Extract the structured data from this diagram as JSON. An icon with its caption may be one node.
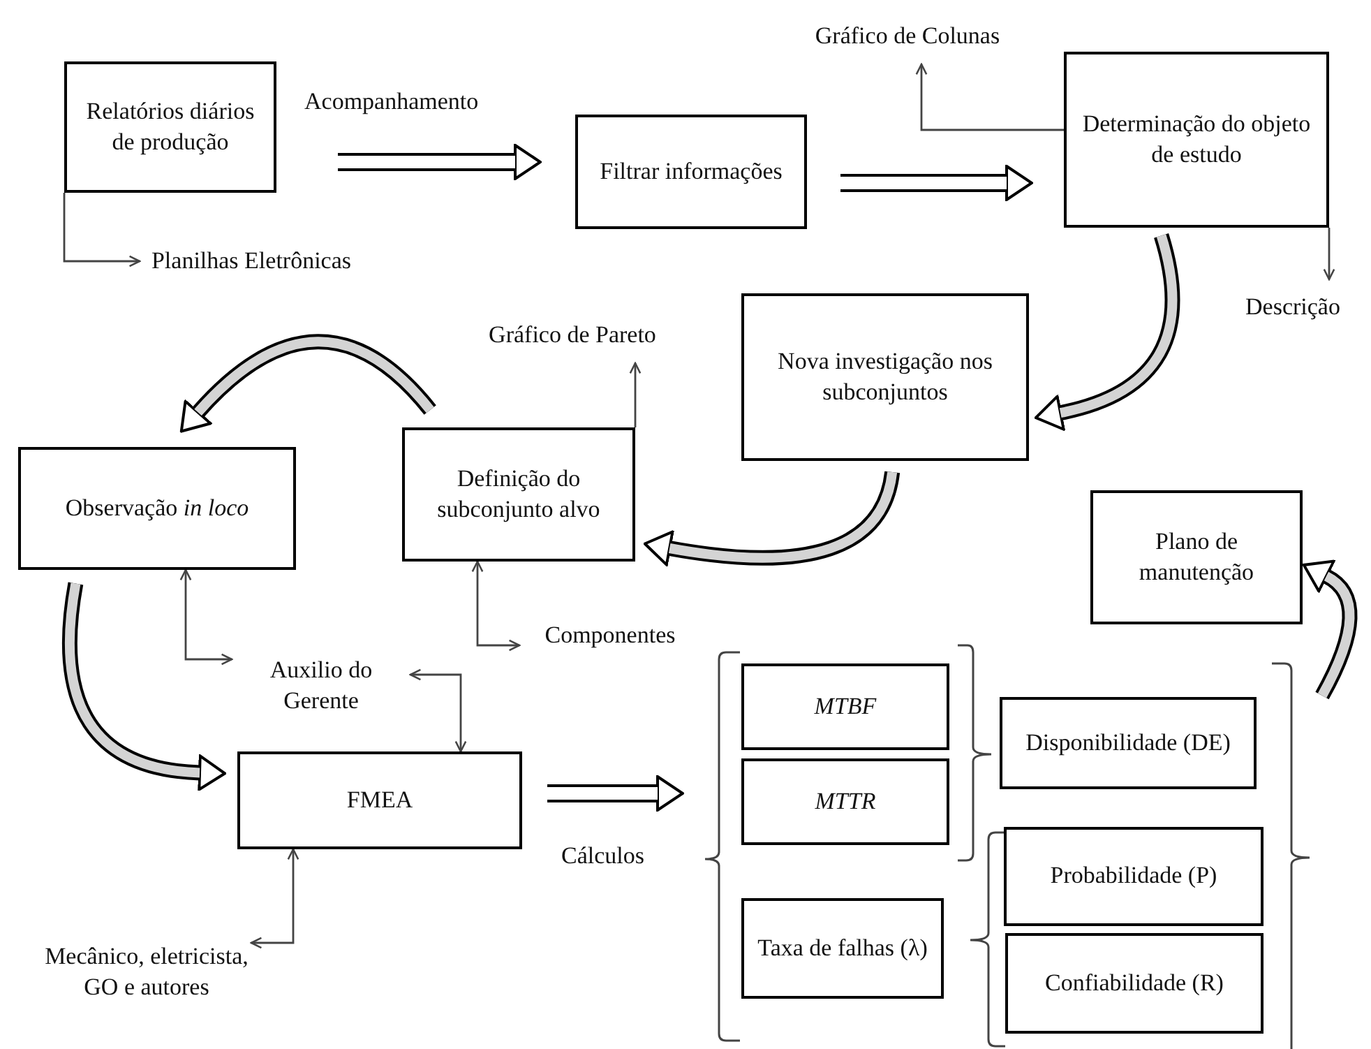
{
  "diagram": {
    "nodes": [
      {
        "text": [
          "Relatórios diários de produção"
        ]
      },
      {
        "text": [
          "Filtrar informações"
        ]
      },
      {
        "text": [
          "Determinação do objeto de estudo"
        ]
      },
      {
        "text": [
          "Nova investigação nos subconjuntos"
        ]
      },
      {
        "text": [
          "Definição do subconjunto alvo"
        ]
      },
      {
        "text": [
          "Observação *in loco*"
        ]
      },
      {
        "text": [
          "Plano de manutenção"
        ]
      },
      {
        "text": [
          "FMEA"
        ]
      },
      {
        "text": [
          "MTBF"
        ]
      },
      {
        "text": [
          "MTTR"
        ]
      },
      {
        "text": [
          "Taxa de falhas (λ)"
        ]
      },
      {
        "text": [
          "Disponibilidade (DE)"
        ]
      },
      {
        "text": [
          "Probabilidade (P)"
        ]
      },
      {
        "text": [
          "Confiabilidade (R)"
        ]
      },
      {
        "text": [
          "Planilhas Eletrônicas"
        ]
      },
      {
        "text": [
          "Gráfico de Colunas"
        ]
      },
      {
        "text": [
          "Descrição"
        ]
      },
      {
        "text": [
          "Gráfico de Pareto"
        ]
      },
      {
        "text": [
          "Componentes"
        ]
      },
      {
        "text": [
          "Auxilio do Gerente"
        ]
      },
      {
        "text": [
          "Mecânico, eletricista, GO e autores"
        ]
      }
    ],
    "edges": [
      {
        "from": 0,
        "to": 1,
        "arrow": "to",
        "label": "Acompanhamento",
        "style": "thick"
      },
      {
        "from": 1,
        "to": 2,
        "arrow": "to",
        "style": "thick"
      },
      {
        "from": 2,
        "to": 3,
        "arrow": "to",
        "style": "thick"
      },
      {
        "from": 3,
        "to": 4,
        "arrow": "to",
        "style": "thick"
      },
      {
        "from": 4,
        "to": 5,
        "arrow": "to",
        "style": "thick"
      },
      {
        "from": 5,
        "to": 7,
        "arrow": "to",
        "style": "thick"
      },
      {
        "from": 7,
        "to": 9,
        "arrow": "to",
        "style": "thick"
      },
      {
        "from": null,
        "to": 6,
        "arrow": "to",
        "style": "thick"
      },
      {
        "from": 0,
        "to": 14,
        "arrow": "to"
      },
      {
        "from": 2,
        "to": 15,
        "arrow": "to"
      },
      {
        "from": 2,
        "to": 16,
        "arrow": "to"
      },
      {
        "from": 4,
        "to": 17,
        "arrow": "to"
      },
      {
        "from": 5,
        "to": 19,
        "arrow": "both"
      },
      {
        "from": 4,
        "to": 18,
        "arrow": "both"
      },
      {
        "from": 19,
        "to": 7,
        "arrow": "both"
      },
      {
        "from": 7,
        "to": 20,
        "arrow": "both"
      }
    ],
    "labels": [
      "Cálculos"
    ]
  }
}
